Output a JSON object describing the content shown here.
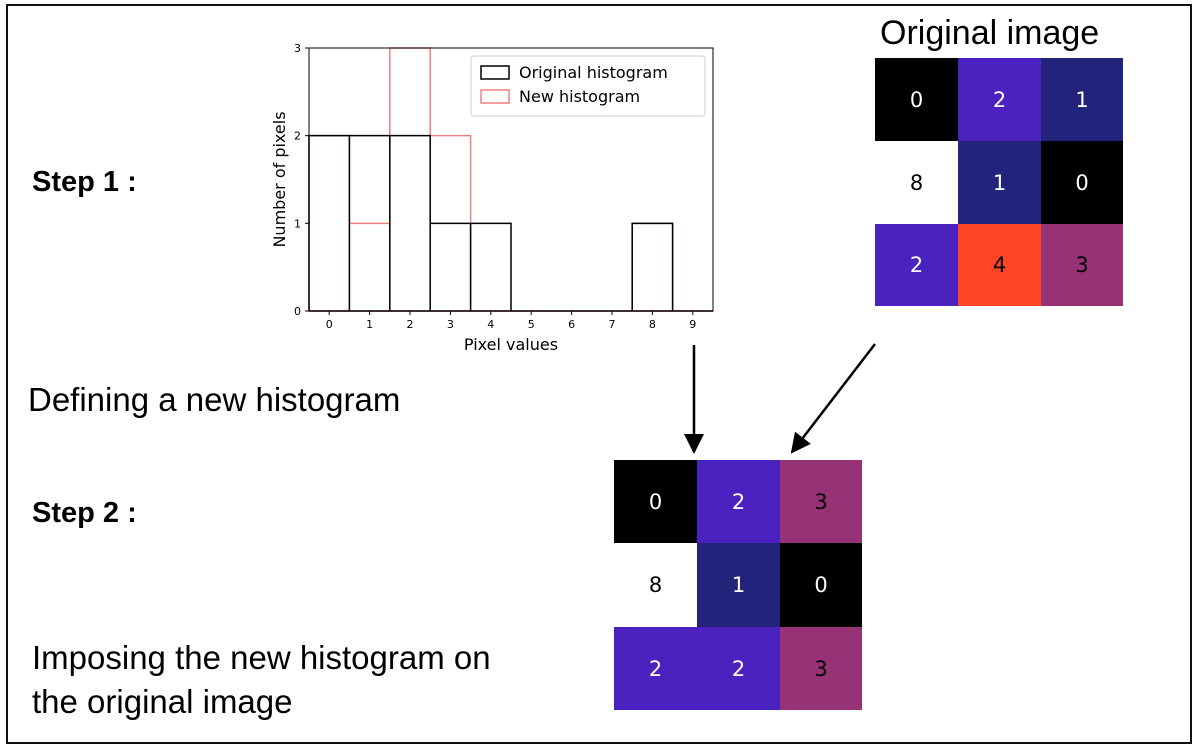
{
  "step1": {
    "label": "Step 1 :",
    "description": "Defining a new histogram"
  },
  "step2": {
    "label": "Step 2 :",
    "description_lines": [
      "Imposing the new histogram on",
      "the original image"
    ]
  },
  "original_image": {
    "title": "Original image",
    "cells": [
      {
        "value": "0",
        "color": "#000000",
        "text_color": "#ffffff"
      },
      {
        "value": "2",
        "color": "#4b22c0",
        "text_color": "#ffffff"
      },
      {
        "value": "1",
        "color": "#22237a",
        "text_color": "#ffffff"
      },
      {
        "value": "8",
        "color": "#ffffff",
        "text_color": "#000000"
      },
      {
        "value": "1",
        "color": "#22237a",
        "text_color": "#ffffff"
      },
      {
        "value": "0",
        "color": "#000000",
        "text_color": "#ffffff"
      },
      {
        "value": "2",
        "color": "#4b22c0",
        "text_color": "#ffffff"
      },
      {
        "value": "4",
        "color": "#ff4527",
        "text_color": "#000000"
      },
      {
        "value": "3",
        "color": "#963276",
        "text_color": "#000000"
      }
    ]
  },
  "result_image": {
    "cells": [
      {
        "value": "0",
        "color": "#000000",
        "text_color": "#ffffff"
      },
      {
        "value": "2",
        "color": "#4b22c0",
        "text_color": "#ffffff"
      },
      {
        "value": "3",
        "color": "#963276",
        "text_color": "#000000"
      },
      {
        "value": "8",
        "color": "#ffffff",
        "text_color": "#000000"
      },
      {
        "value": "1",
        "color": "#22237a",
        "text_color": "#ffffff"
      },
      {
        "value": "0",
        "color": "#000000",
        "text_color": "#ffffff"
      },
      {
        "value": "2",
        "color": "#4b22c0",
        "text_color": "#ffffff"
      },
      {
        "value": "2",
        "color": "#4b22c0",
        "text_color": "#ffffff"
      },
      {
        "value": "3",
        "color": "#963276",
        "text_color": "#000000"
      }
    ]
  },
  "chart_data": {
    "type": "histogram",
    "xlabel": "Pixel values",
    "ylabel": "Number of pixels",
    "xlim": [
      -0.5,
      9.5
    ],
    "ylim": [
      0,
      3
    ],
    "xticks": [
      "0",
      "1",
      "2",
      "3",
      "4",
      "5",
      "6",
      "7",
      "8",
      "9"
    ],
    "yticks": [
      "0",
      "1",
      "2",
      "3"
    ],
    "legend_position": "top-right",
    "series": [
      {
        "name": "Original histogram",
        "color": "#000000",
        "values": [
          2,
          2,
          2,
          1,
          1,
          0,
          0,
          0,
          1,
          0
        ]
      },
      {
        "name": "New histogram",
        "color": "#f08080",
        "values": [
          2,
          1,
          3,
          2,
          0,
          0,
          0,
          0,
          1,
          0
        ]
      }
    ]
  }
}
